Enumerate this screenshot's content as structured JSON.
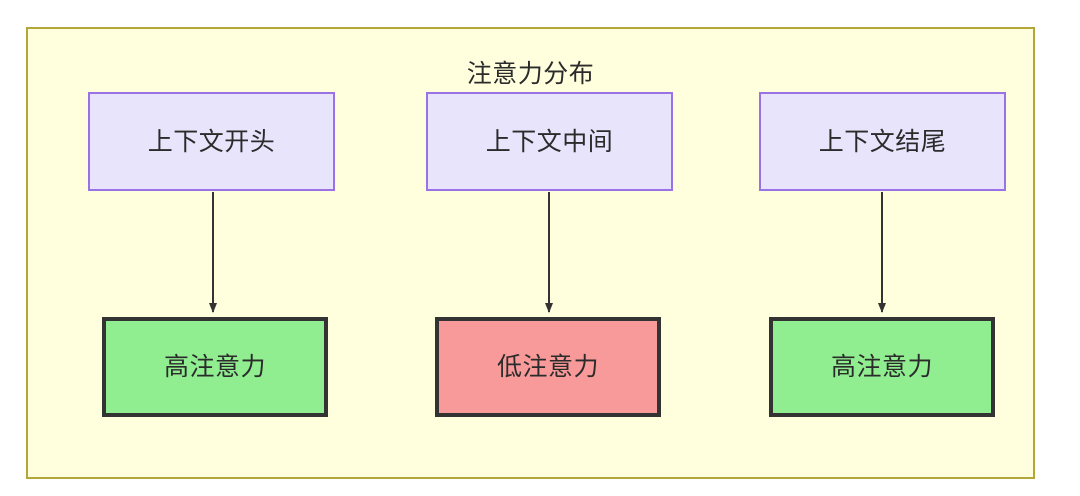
{
  "diagram": {
    "title": "注意力分布",
    "colors": {
      "frame_fill": "#ffffde",
      "frame_stroke": "#b3a739",
      "context_fill": "#e8e4fb",
      "context_stroke": "#9b72e6",
      "high_attention_fill": "#90ee90",
      "low_attention_fill": "#f89a9a",
      "node_stroke": "#333333",
      "edge_stroke": "#333333",
      "text": "#2b2b2b"
    },
    "nodes": {
      "context": [
        {
          "id": "ctx-start",
          "label": "上下文开头"
        },
        {
          "id": "ctx-middle",
          "label": "上下文中间"
        },
        {
          "id": "ctx-end",
          "label": "上下文结尾"
        }
      ],
      "attention": [
        {
          "id": "att-1",
          "label": "高注意力",
          "level": "high"
        },
        {
          "id": "att-2",
          "label": "低注意力",
          "level": "low"
        },
        {
          "id": "att-3",
          "label": "高注意力",
          "level": "high"
        }
      ]
    },
    "edges": [
      {
        "from": "上下文开头",
        "to": "高注意力"
      },
      {
        "from": "上下文中间",
        "to": "低注意力"
      },
      {
        "from": "上下文结尾",
        "to": "高注意力"
      }
    ]
  }
}
